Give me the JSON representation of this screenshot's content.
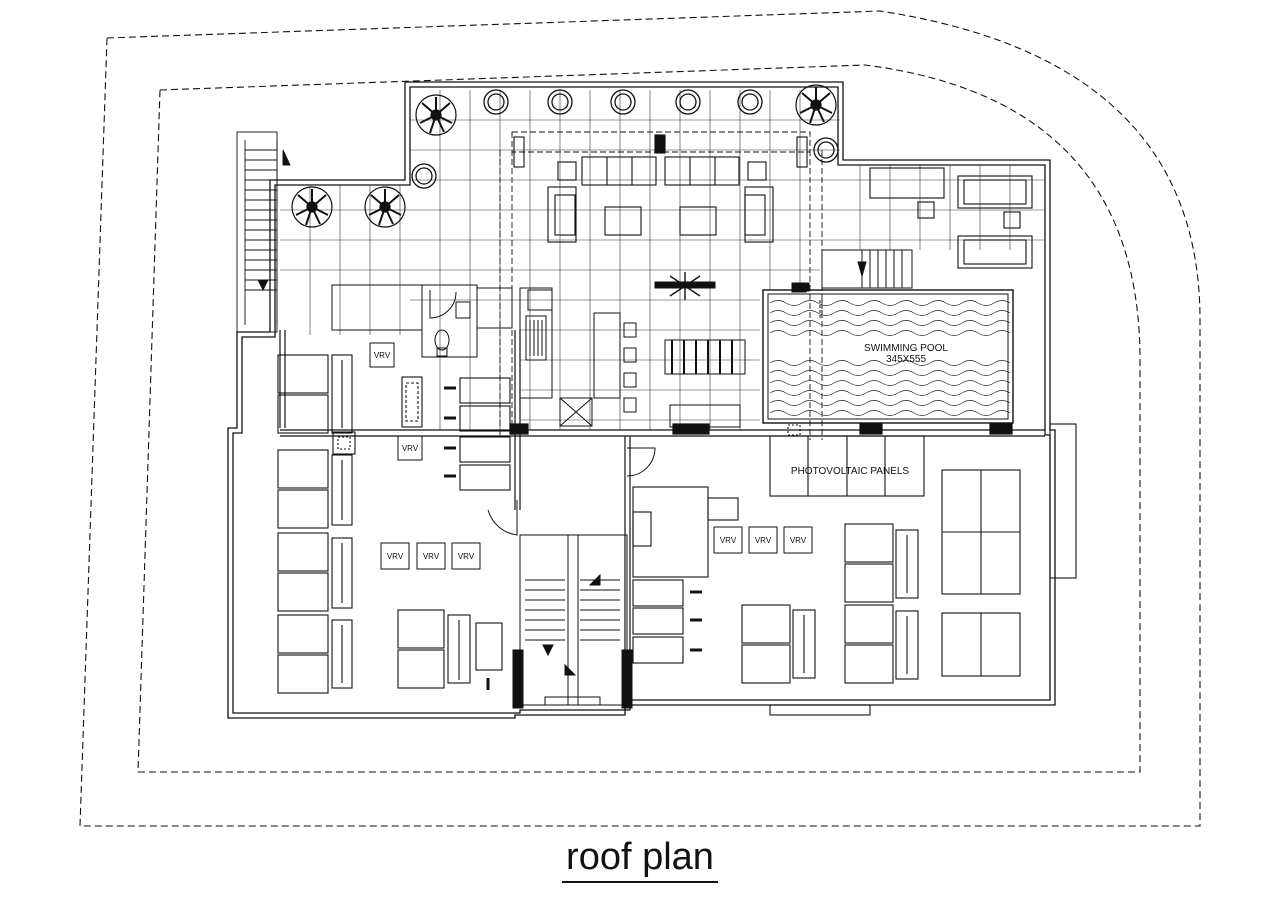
{
  "title": "roof plan",
  "labels": {
    "pool_name": "SWIMMING POOL",
    "pool_size": "345X555",
    "pv_panels": "PHOTOVOLTAIC PANELS",
    "vrv": "VRV"
  }
}
